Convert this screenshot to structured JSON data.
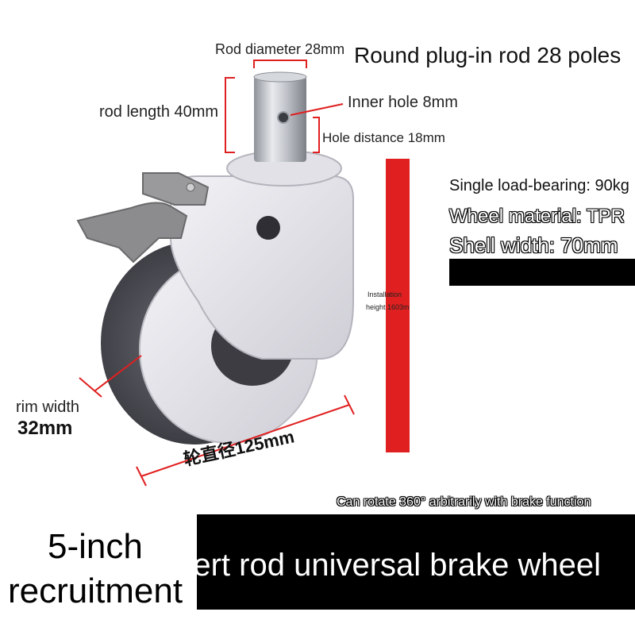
{
  "labels": {
    "rod_diameter": "Rod diameter 28mm",
    "title_top": "Round plug-in rod 28 poles",
    "rod_length": "rod length 40mm",
    "inner_hole": "Inner hole 8mm",
    "hole_distance": "Hole distance 18mm",
    "installation_line1": "Installation",
    "installation_line2": "height 1603m",
    "rim_width_label": "rim width",
    "rim_width_value": "32mm",
    "wheel_diameter": "轮直径125mm"
  },
  "specs": [
    "Single load-bearing: 90kg",
    "Wheel material: TPR",
    "Shell width: 70mm"
  ],
  "captions": {
    "rotate": "Can rotate 360° arbitrarily with brake function",
    "size_line1": "5-inch",
    "size_line2": "recruitment",
    "product_name": "Insert rod universal brake wheel"
  },
  "colors": {
    "measure_line": "#e02020",
    "shell": "#e6e5ea",
    "tire": "#4a4a50",
    "brake_pedal": "#8a8a8a",
    "rod": "#b9bcc2",
    "background": "#ffffff"
  }
}
